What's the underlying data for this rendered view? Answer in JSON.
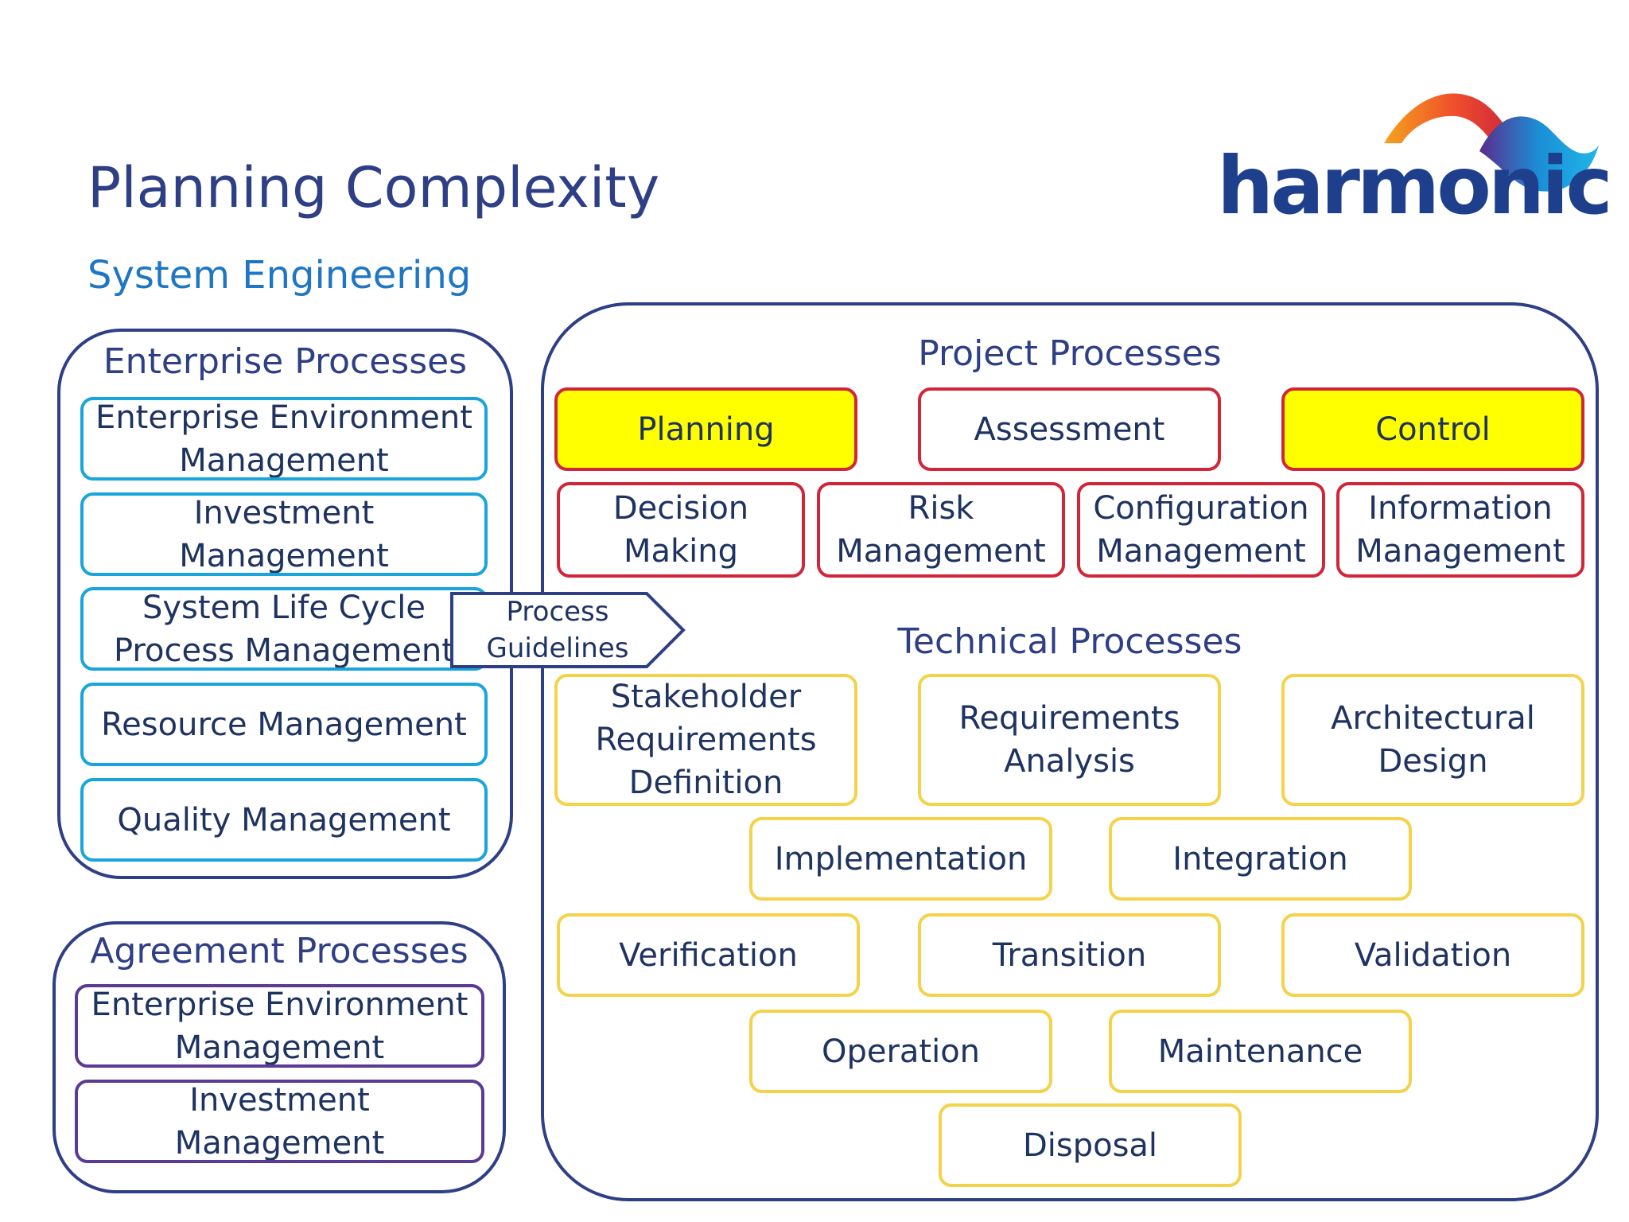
{
  "title": "Planning Complexity",
  "subtitle": "System Engineering",
  "logo": {
    "text": "harmonic"
  },
  "colors": {
    "navy": "#2e3f86",
    "subtitle_blue": "#1f76c2",
    "enterprise_border": "#19a5dc",
    "agreement_border": "#5b3a93",
    "project_border": "#d1263a",
    "technical_border": "#f4d24a",
    "highlight": "#ffff00"
  },
  "enterprise": {
    "title": "Enterprise Processes",
    "items": [
      "Enterprise Environment\nManagement",
      "Investment\nManagement",
      "System Life Cycle\nProcess Management",
      "Resource Management",
      "Quality Management"
    ]
  },
  "agreement": {
    "title": "Agreement Processes",
    "items": [
      "Enterprise Environment\nManagement",
      "Investment\nManagement"
    ]
  },
  "arrow": {
    "label": "Process\nGuidelines"
  },
  "project": {
    "title": "Project Processes",
    "row1": [
      "Planning",
      "Assessment",
      "Control"
    ],
    "highlighted": [
      "Planning",
      "Control"
    ],
    "row2": [
      "Decision\nMaking",
      "Risk\nManagement",
      "Configuration\nManagement",
      "Information\nManagement"
    ]
  },
  "technical": {
    "title": "Technical Processes",
    "items": [
      "Stakeholder\nRequirements\nDefinition",
      "Requirements\nAnalysis",
      "Architectural\nDesign",
      "Implementation",
      "Integration",
      "Verification",
      "Transition",
      "Validation",
      "Operation",
      "Maintenance",
      "Disposal"
    ]
  }
}
